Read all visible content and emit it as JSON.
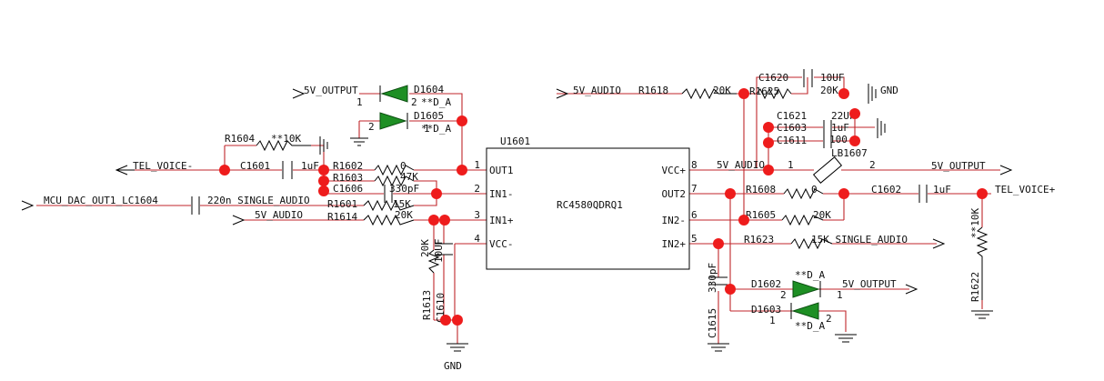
{
  "ic": {
    "designator": "U1601",
    "part": "RC4580QDRQ1",
    "left_pins": [
      {
        "num": "1",
        "name": "OUT1"
      },
      {
        "num": "2",
        "name": "IN1-"
      },
      {
        "num": "3",
        "name": "IN1+"
      },
      {
        "num": "4",
        "name": "VCC-"
      }
    ],
    "right_pins": [
      {
        "num": "8",
        "name": "VCC+"
      },
      {
        "num": "7",
        "name": "OUT2"
      },
      {
        "num": "6",
        "name": "IN2-"
      },
      {
        "num": "5",
        "name": "IN2+"
      }
    ]
  },
  "nets": {
    "v5_output_top": "5V_OUTPUT",
    "tel_voice_minus": "TEL_VOICE-",
    "mcu_dac": "MCU_DAC_OUT1_LC1604",
    "single_audio_220n": "220n SINGLE_AUDIO",
    "v5_audio_left": "5V_AUDIO",
    "v5_audio_top": "5V_AUDIO",
    "gnd_top": "GND",
    "v5_audio_vcc": "5V_AUDIO",
    "v5_output_right": "5V_OUTPUT",
    "tel_voice_plus": "TEL_VOICE+",
    "single_audio_15k": "15K SINGLE_AUDIO",
    "v5_output_bottom": "5V_OUTPUT",
    "gnd_bottom": "GND"
  },
  "components": {
    "d1604": {
      "ref": "D1604",
      "val": "**D_A",
      "p1": "1",
      "p2": "2"
    },
    "d1605": {
      "ref": "D1605",
      "val": "**D_A",
      "p1": "2",
      "p2": "1"
    },
    "r1604": {
      "ref": "R1604",
      "val": "**10K"
    },
    "c1601": {
      "ref": "C1601",
      "val": "1uF"
    },
    "r1602": {
      "ref": "R1602",
      "val": "0"
    },
    "r1603": {
      "ref": "R1603",
      "val": "47K"
    },
    "c1606": {
      "ref": "C1606",
      "val": "330pF"
    },
    "r1601": {
      "ref": "R1601",
      "val": "15K"
    },
    "r1614": {
      "ref": "R1614",
      "val": "20K"
    },
    "r1613": {
      "ref": "R1613",
      "val": "20K"
    },
    "c1610": {
      "ref": "C1610",
      "val": "10UF"
    },
    "r1618": {
      "ref": "R1618",
      "val": "20K"
    },
    "r1625": {
      "ref": "R1625",
      "val": "20K"
    },
    "c1620": {
      "ref": "C1620",
      "val": "10UF"
    },
    "c1621": {
      "ref": "C1621",
      "val": "22UF"
    },
    "c1603": {
      "ref": "C1603",
      "val": "1uF"
    },
    "c1611": {
      "ref": "C1611",
      "val": "100"
    },
    "lb1607": {
      "ref": "LB1607",
      "p1": "1",
      "p2": "2"
    },
    "r1608": {
      "ref": "R1608",
      "val": "0"
    },
    "c1602": {
      "ref": "C1602",
      "val": "1uF"
    },
    "r1605": {
      "ref": "R1605",
      "val": "20K"
    },
    "r1623": {
      "ref": "R1623"
    },
    "r1622": {
      "ref": "R1622",
      "val": "**10K"
    },
    "c1615": {
      "ref": "C1615",
      "val": "330pF"
    },
    "d1602": {
      "ref": "D1602",
      "val": "**D_A",
      "p1": "1",
      "p2": "2"
    },
    "d1603": {
      "ref": "D1603",
      "val": "**D_A",
      "p1": "1",
      "p2": "2"
    }
  }
}
